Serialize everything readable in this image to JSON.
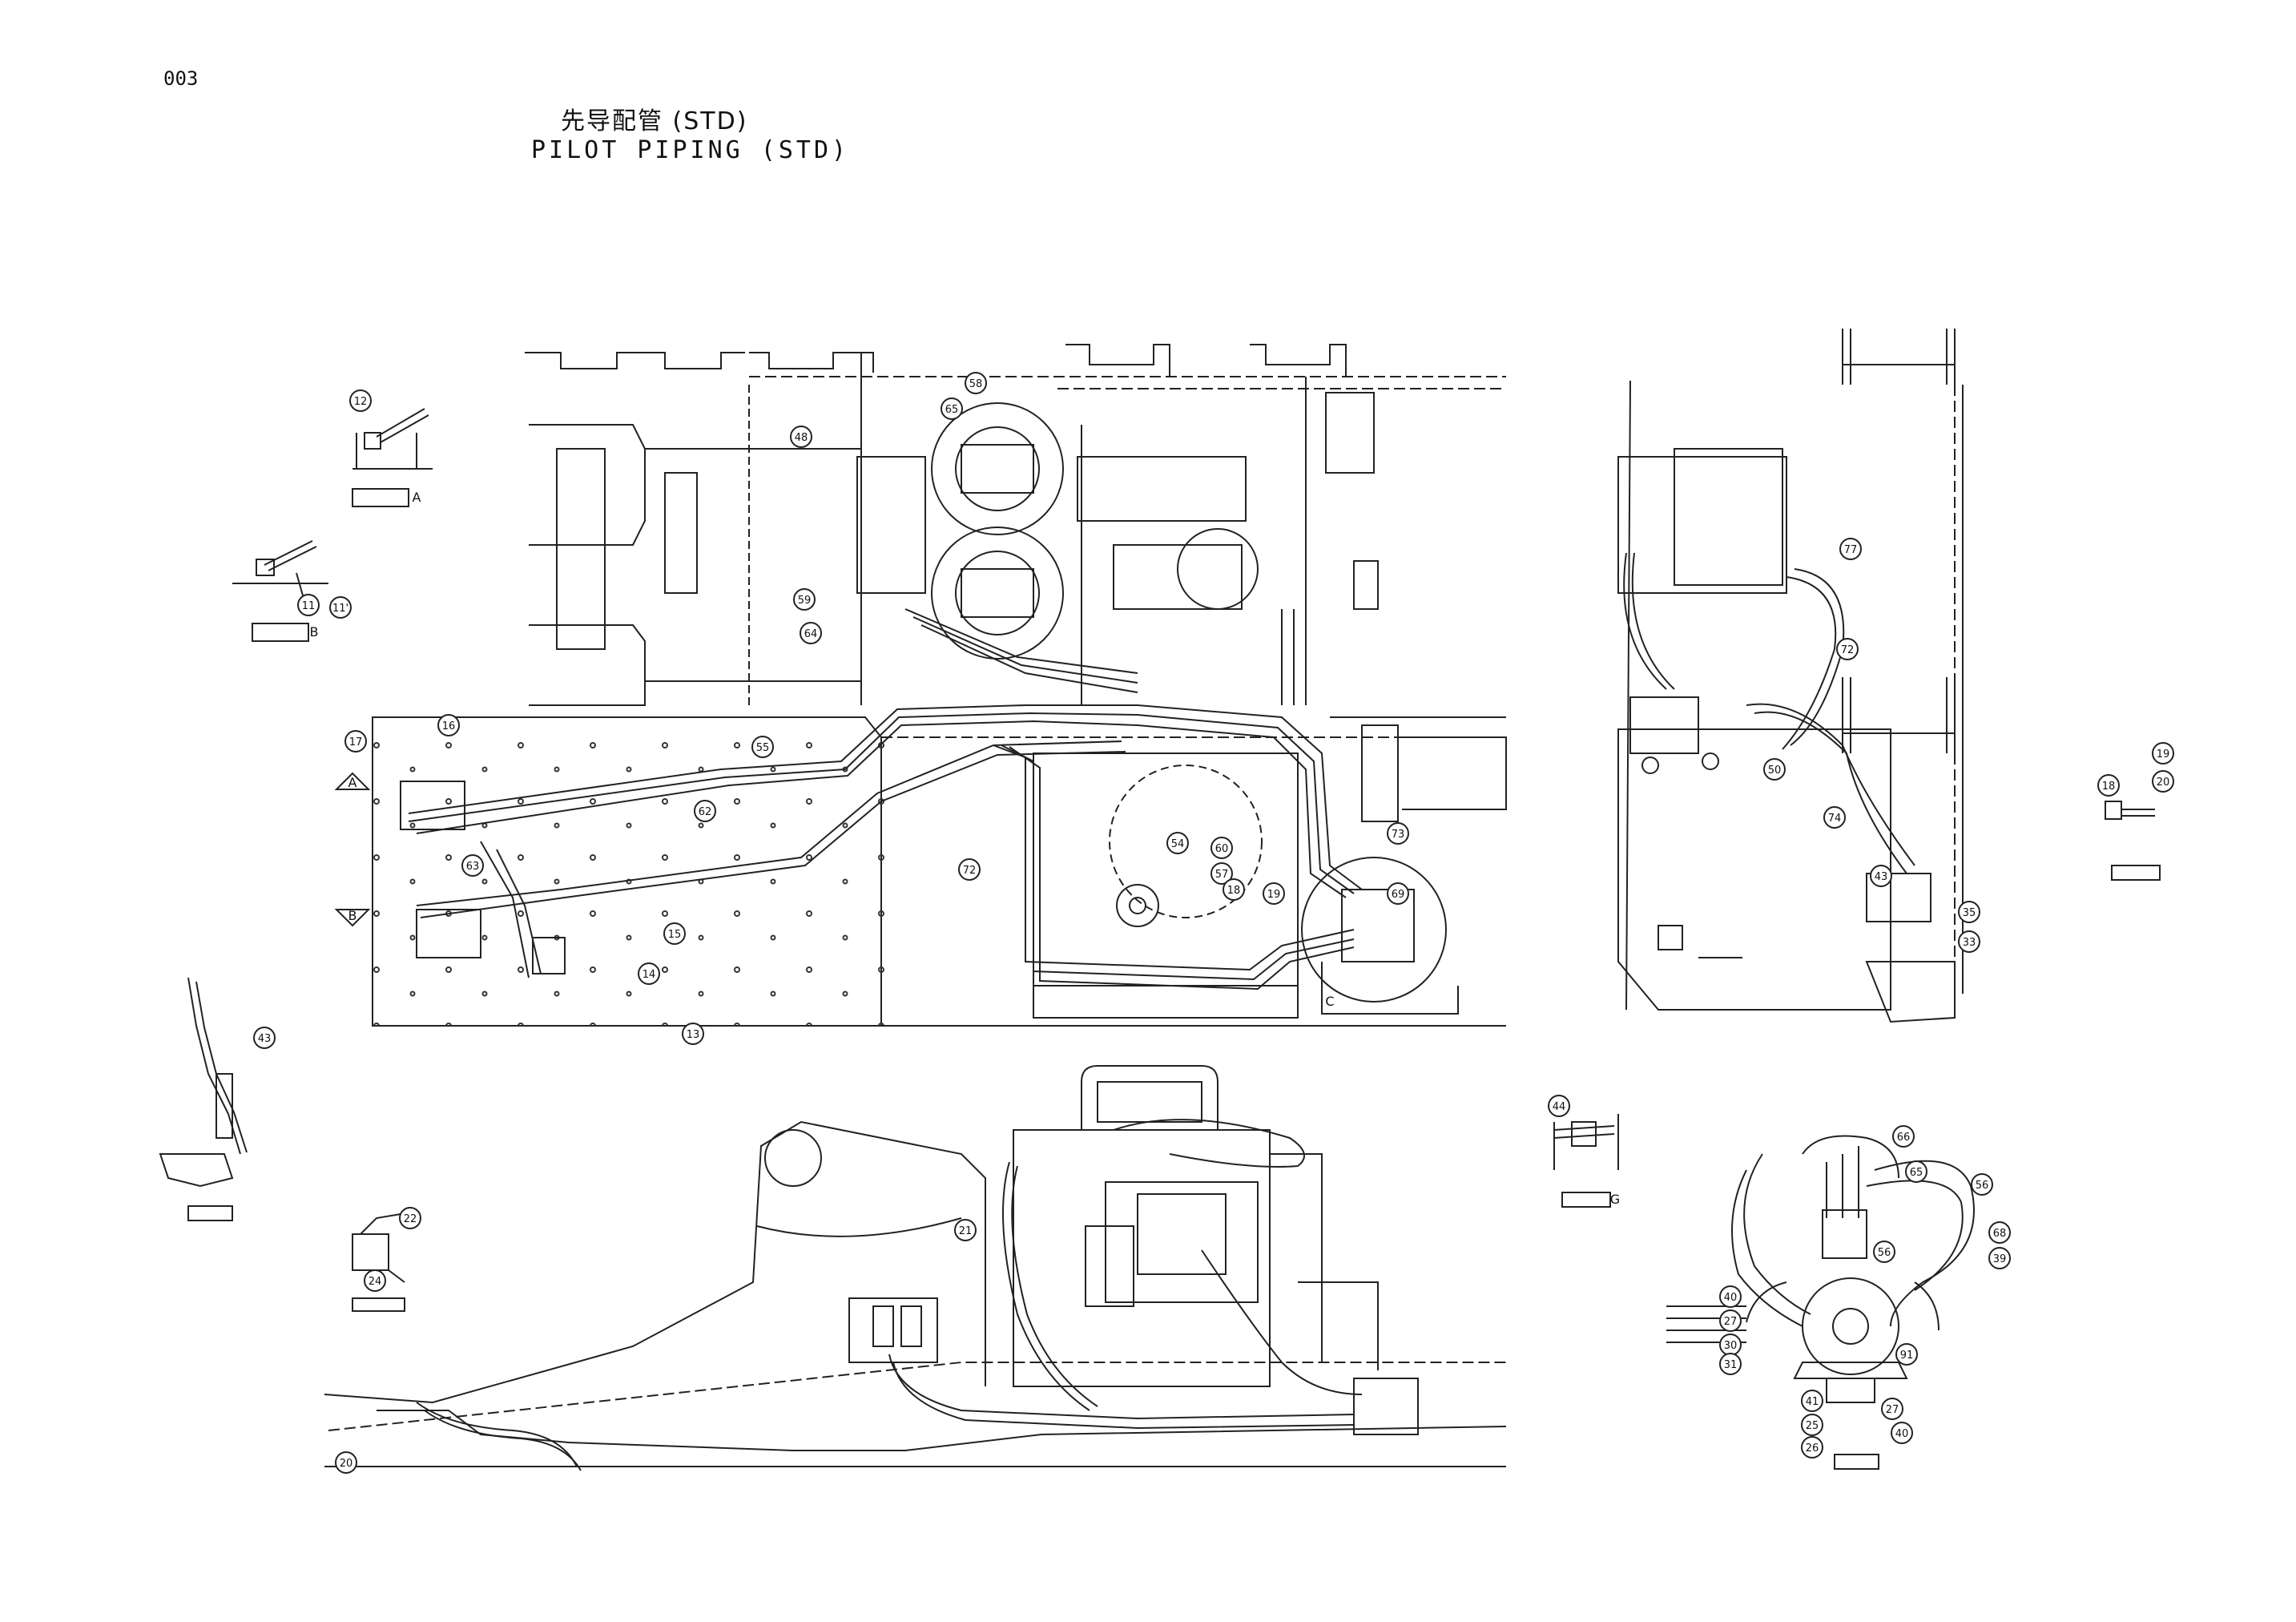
{
  "header": {
    "page_number": "003",
    "title_japanese": "先导配管 (STD)",
    "title_english": "PILOT PIPING (STD)"
  },
  "callouts": {
    "upper_frame": [
      "48",
      "65",
      "58",
      "59",
      "64",
      "16",
      "17",
      "55",
      "62",
      "63",
      "15",
      "14",
      "13",
      "72",
      "73",
      "69",
      "19",
      "60",
      "57",
      "54",
      "18"
    ],
    "upper_detail_a": [
      "12"
    ],
    "upper_detail_b": [
      "11",
      "11'"
    ],
    "right_view": [
      "77",
      "72",
      "50",
      "74",
      "43",
      "35",
      "33"
    ],
    "detail_far_right": [
      "18",
      "19",
      "20"
    ],
    "lower_side": [
      "21",
      "43",
      "22",
      "24",
      "20"
    ],
    "detail_g": [
      "44"
    ],
    "pump_view": [
      "66",
      "65",
      "56",
      "56",
      "68",
      "39",
      "40",
      "27",
      "30",
      "31",
      "41",
      "25",
      "26",
      "27",
      "40",
      "91"
    ]
  },
  "view_labels": {
    "detail_a": "A",
    "detail_b": "B",
    "detail_g": "G",
    "marker_a": "A",
    "marker_b": "B",
    "marker_c": "C"
  }
}
